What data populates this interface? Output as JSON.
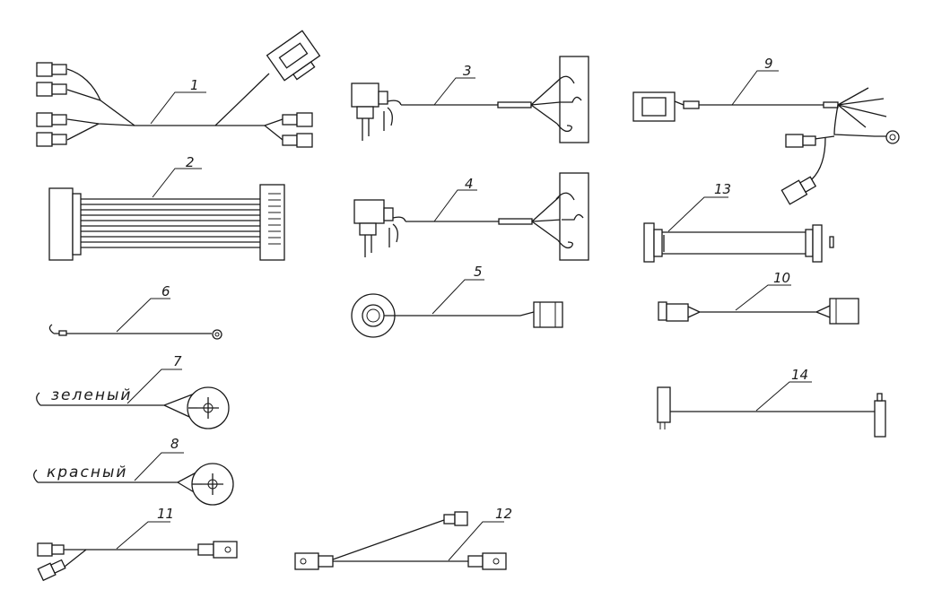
{
  "items": [
    "1",
    "2",
    "3",
    "4",
    "5",
    "6",
    "7",
    "8",
    "9",
    "10",
    "11",
    "12",
    "13",
    "14"
  ],
  "wire_colors": {
    "item7": "зеленый",
    "item8": "красный"
  },
  "colors": {
    "line": "#1a1a1a",
    "background": "#ffffff"
  }
}
